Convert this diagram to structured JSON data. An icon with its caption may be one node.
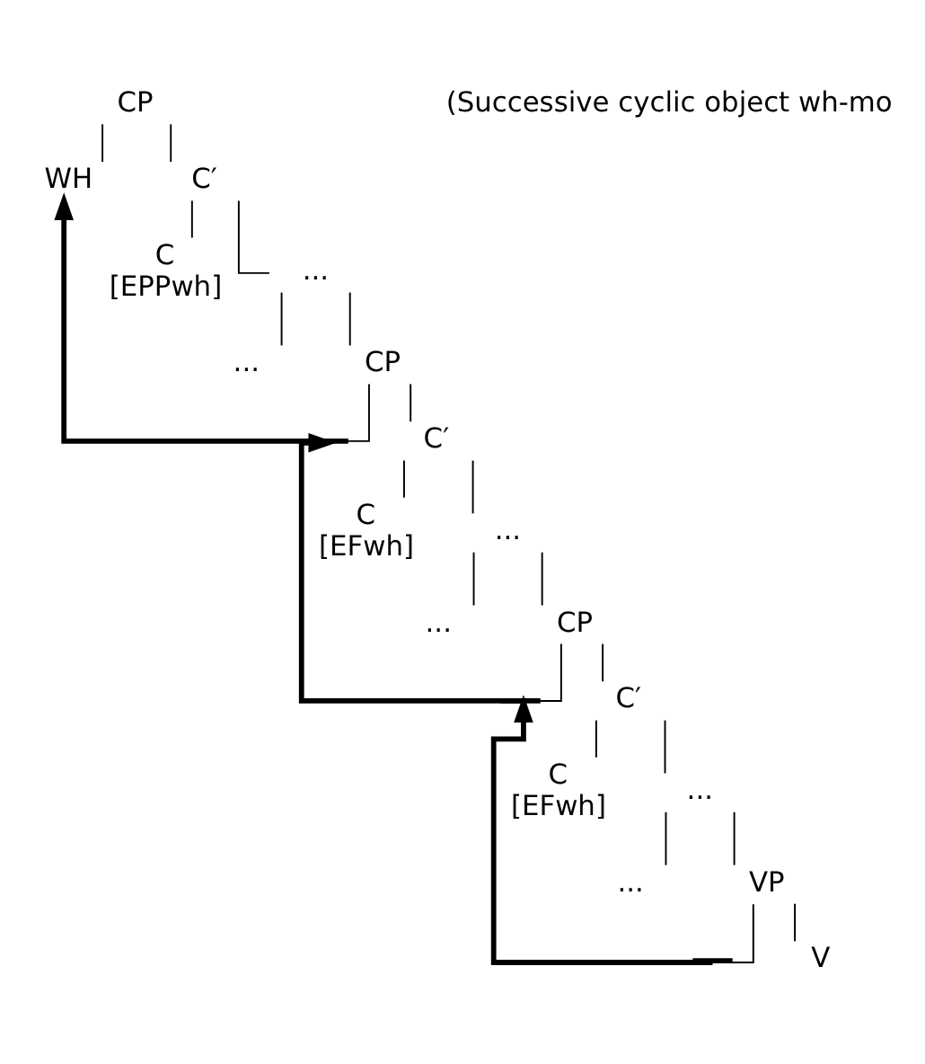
{
  "diagram": {
    "nodes": [
      {
        "text": [
          "CP"
        ]
      },
      {
        "text": [
          "WH"
        ]
      },
      {
        "text": [
          "C′"
        ]
      },
      {
        "text": [
          "C",
          "[EPPwh]"
        ]
      },
      {
        "text": [
          "..."
        ]
      },
      {
        "text": [
          "..."
        ]
      },
      {
        "text": [
          "CP"
        ]
      },
      {
        "text": [],
        "shape": "bar"
      },
      {
        "text": [
          "C′"
        ]
      },
      {
        "text": [
          "C",
          "[EFwh]"
        ]
      },
      {
        "text": [
          "..."
        ]
      },
      {
        "text": [
          "..."
        ]
      },
      {
        "text": [
          "CP"
        ]
      },
      {
        "text": [],
        "shape": "bar"
      },
      {
        "text": [
          "C′"
        ]
      },
      {
        "text": [
          "C",
          "[EFwh]"
        ]
      },
      {
        "text": [
          "..."
        ]
      },
      {
        "text": [
          "..."
        ]
      },
      {
        "text": [
          "VP"
        ]
      },
      {
        "text": [
          "V"
        ]
      },
      {
        "text": [],
        "shape": "bar"
      }
    ],
    "edges": [
      {
        "from": 0,
        "to": 1,
        "arrow": "none"
      },
      {
        "from": 0,
        "to": 2,
        "arrow": "none"
      },
      {
        "from": 2,
        "to": 3,
        "arrow": "none"
      },
      {
        "from": 2,
        "to": 4,
        "arrow": "none"
      },
      {
        "from": 4,
        "to": 5,
        "arrow": "none"
      },
      {
        "from": 4,
        "to": 6,
        "arrow": "none"
      },
      {
        "from": 6,
        "to": 7,
        "arrow": "none"
      },
      {
        "from": 6,
        "to": 8,
        "arrow": "none"
      },
      {
        "from": 8,
        "to": 9,
        "arrow": "none"
      },
      {
        "from": 8,
        "to": 10,
        "arrow": "none"
      },
      {
        "from": 10,
        "to": 11,
        "arrow": "none"
      },
      {
        "from": 10,
        "to": 12,
        "arrow": "none"
      },
      {
        "from": 12,
        "to": 13,
        "arrow": "none"
      },
      {
        "from": 12,
        "to": 14,
        "arrow": "none"
      },
      {
        "from": 14,
        "to": 15,
        "arrow": "none"
      },
      {
        "from": 14,
        "to": 16,
        "arrow": "none"
      },
      {
        "from": 16,
        "to": 17,
        "arrow": "none"
      },
      {
        "from": 16,
        "to": 18,
        "arrow": "none"
      },
      {
        "from": 18,
        "to": 19,
        "arrow": "none"
      },
      {
        "from": 18,
        "to": 20,
        "arrow": "none"
      },
      {
        "from": 7,
        "to": 1,
        "arrow": "to",
        "style": "thick"
      },
      {
        "from": 13,
        "to": 7,
        "arrow": "to",
        "style": "thick"
      },
      {
        "from": 20,
        "to": 13,
        "arrow": "to",
        "style": "thick"
      }
    ],
    "labels": [
      "(Successive cyclic object wh-mo"
    ]
  }
}
